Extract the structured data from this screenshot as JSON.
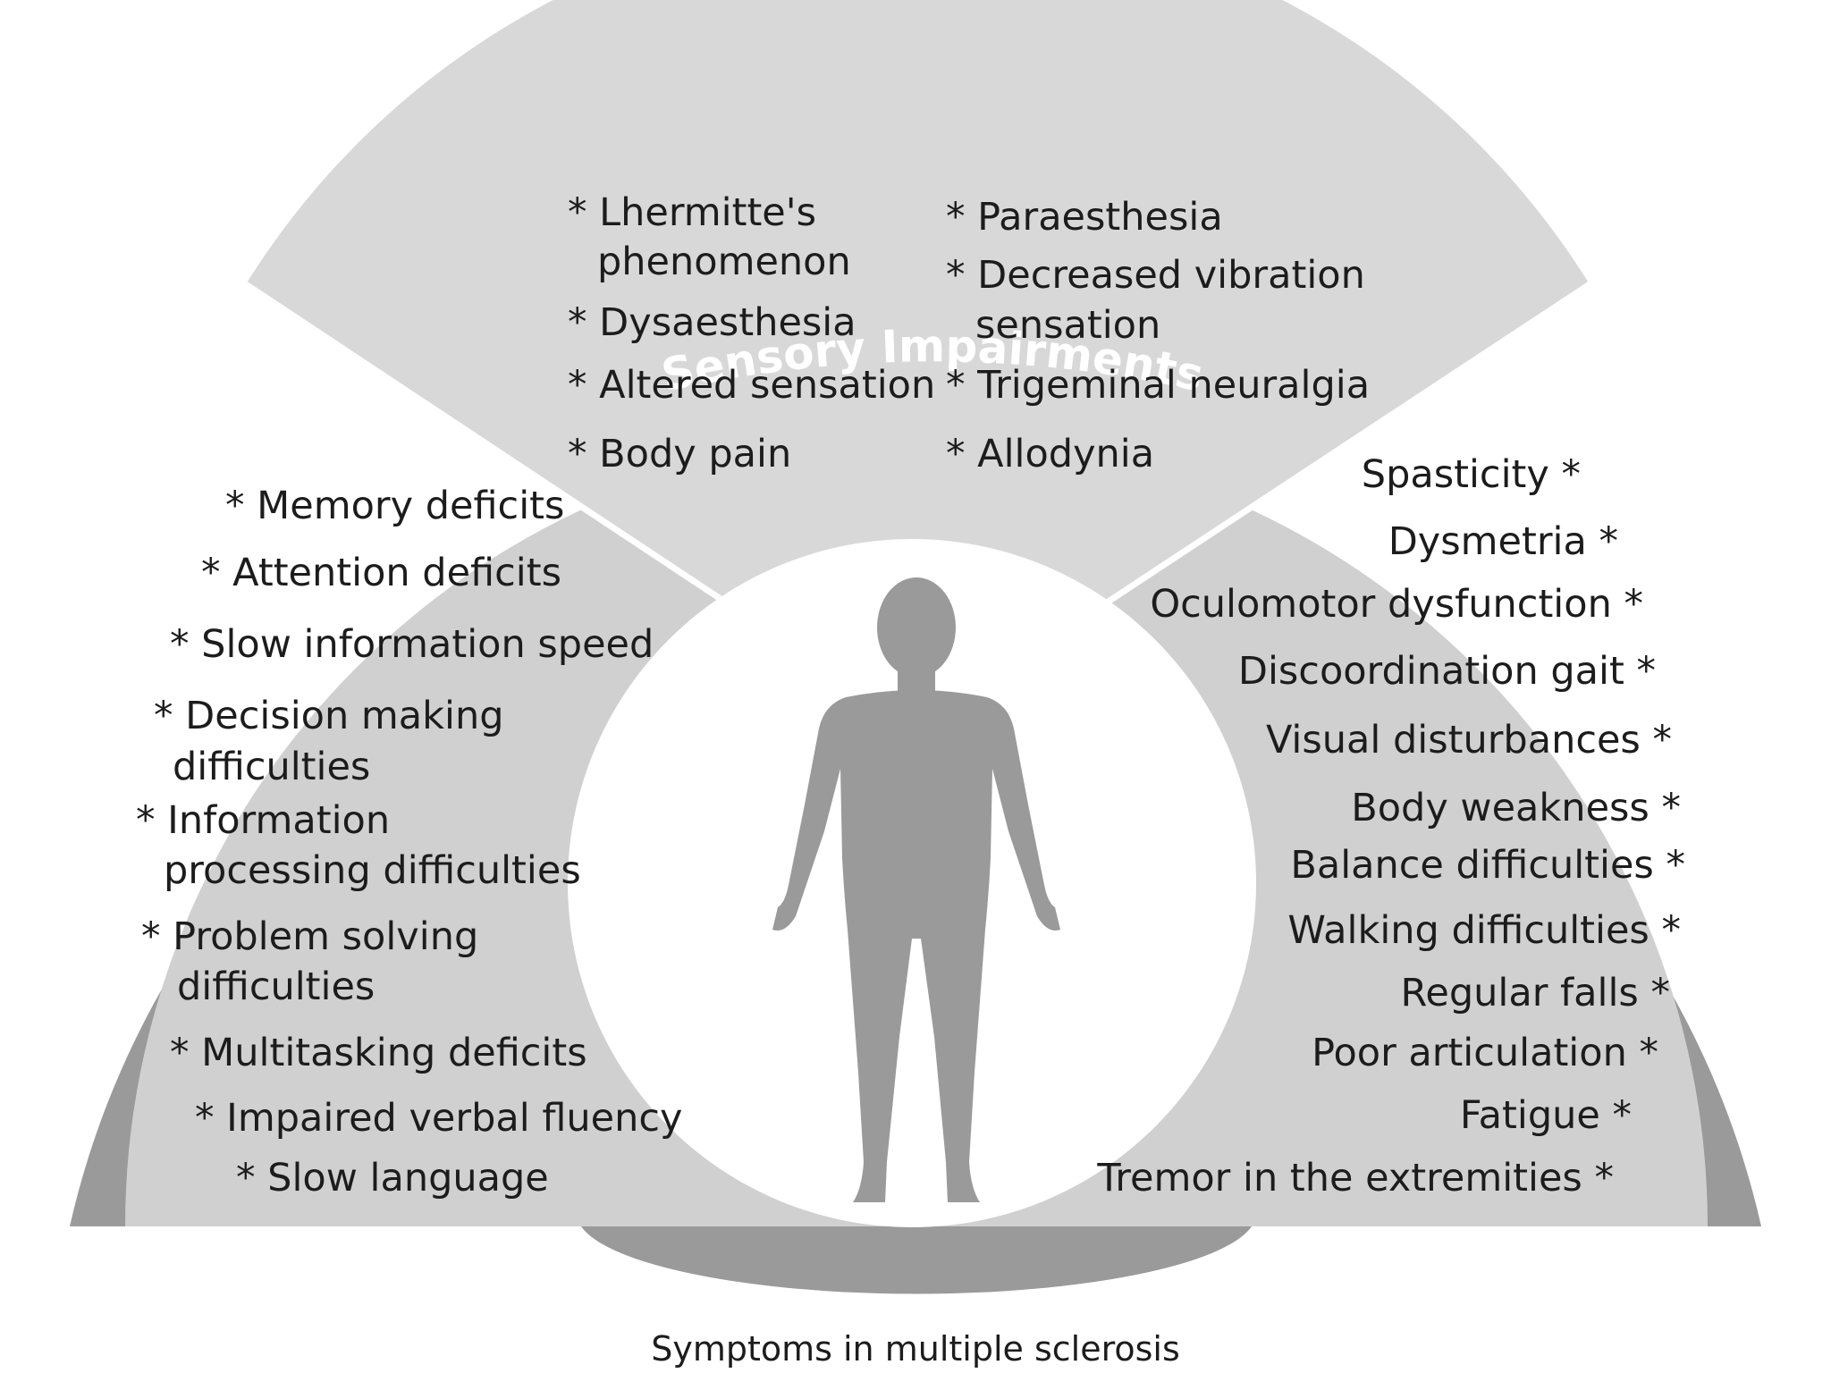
{
  "caption": "Symptoms in multiple sclerosis",
  "colors": {
    "outer_band": "#9a9a9a",
    "inner_field": "#d0d0d0",
    "center_disc": "#ffffff",
    "figure": "#9a9a9a",
    "divider": "#ffffff",
    "text": "#1c1c1c",
    "band_text": "#ffffff"
  },
  "central_icon": "human-body-silhouette-icon",
  "sections": {
    "sensory": {
      "title": "Sensory Impairments",
      "left_items": [
        "* Lhermitte's",
        "phenomenon",
        "* Dysaesthesia",
        "* Altered sensation",
        "* Body pain"
      ],
      "right_items": [
        "* Paraesthesia",
        "* Decreased vibration",
        "sensation",
        "* Trigeminal neuralgia",
        "* Allodynia"
      ]
    },
    "cognitive": {
      "title": "Cognitive Impairments",
      "items": [
        "* Memory deficits",
        "* Attention deficits",
        "* Slow information speed",
        "* Decision making",
        "difficulties",
        "* Information",
        "processing difficulties",
        "* Problem solving",
        "difficulties",
        "* Multitasking deficits",
        "* Impaired verbal fluency",
        "* Slow language"
      ]
    },
    "motor": {
      "title": "Motor Impairments",
      "items": [
        "Spasticity *",
        "Dysmetria *",
        "Oculomotor dysfunction *",
        "Discoordination gait *",
        "Visual disturbances *",
        "Body weakness *",
        "Balance difficulties *",
        "Walking difficulties *",
        "Regular falls  *",
        "Poor articulation *",
        "Fatigue *",
        "Tremor in the extremities *"
      ]
    }
  }
}
